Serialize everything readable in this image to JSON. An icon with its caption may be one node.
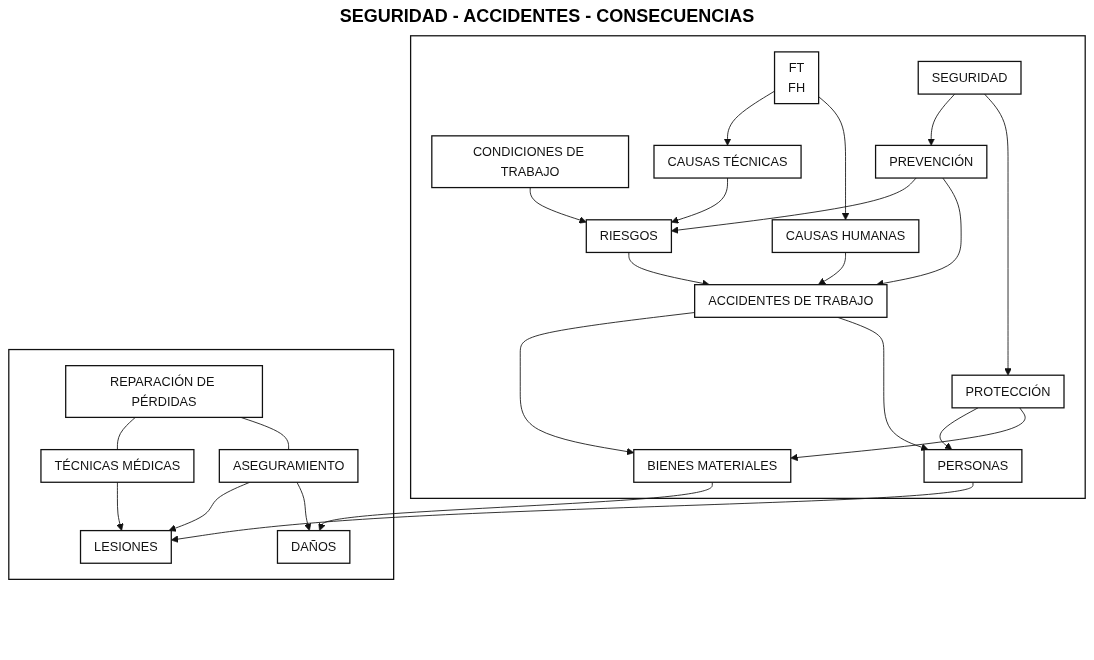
{
  "diagram": {
    "title": "SEGURIDAD - ACCIDENTES - CONSECUENCIAS",
    "nodes": [
      {
        "text": [],
        "shape": "box"
      },
      {
        "text": [
          "CONDICIONES DE TRABAJO"
        ],
        "in": 0
      },
      {
        "text": [
          "CAUSAS TÉCNICAS"
        ],
        "in": 0
      },
      {
        "text": [
          "RIESGOS"
        ],
        "in": 0
      },
      {
        "text": [
          "CAUSAS HUMANAS"
        ],
        "in": 0
      },
      {
        "text": [
          "FT",
          "FH"
        ],
        "in": 0
      },
      {
        "text": [
          "ACCIDENTES DE TRABAJO"
        ],
        "in": 0
      },
      {
        "text": [
          "BIENES MATERIALES"
        ],
        "in": 0
      },
      {
        "text": [
          "PERSONAS"
        ],
        "in": 0
      },
      {
        "text": [
          "PREVENCIÓN"
        ],
        "in": 0
      },
      {
        "text": [
          "PROTECCIÓN"
        ],
        "in": 0
      },
      {
        "text": [
          "SEGURIDAD"
        ],
        "in": 0
      },
      {
        "text": [],
        "shape": "box"
      },
      {
        "text": [
          "DAÑOS"
        ],
        "in": 12
      },
      {
        "text": [
          "LESIONES"
        ],
        "in": 12
      },
      {
        "text": [
          "TÉCNICAS MÉDICAS"
        ],
        "in": 12
      },
      {
        "text": [
          "ASEGURAMIENTO"
        ],
        "in": 12
      },
      {
        "text": [
          "REPARACIÓN DE PÉRDIDAS"
        ],
        "in": 12
      }
    ],
    "edges": [
      {
        "from": 1,
        "to": 3,
        "arrow": "to"
      },
      {
        "from": 2,
        "to": 3,
        "arrow": "to"
      },
      {
        "from": 9,
        "to": 3,
        "arrow": "to"
      },
      {
        "from": 5,
        "to": 2,
        "arrow": "to"
      },
      {
        "from": 3,
        "to": 6,
        "arrow": "to"
      },
      {
        "from": 4,
        "to": 6,
        "arrow": "to"
      },
      {
        "from": 9,
        "to": 6,
        "arrow": "to"
      },
      {
        "from": 5,
        "to": 4,
        "arrow": "to"
      },
      {
        "from": 6,
        "to": 7,
        "arrow": "to"
      },
      {
        "from": 6,
        "to": 8,
        "arrow": "to"
      },
      {
        "from": 7,
        "to": 13,
        "arrow": "to"
      },
      {
        "from": 8,
        "to": 14,
        "arrow": "to"
      },
      {
        "from": 10,
        "to": 8,
        "arrow": "to"
      },
      {
        "from": 10,
        "to": 7,
        "arrow": "to"
      },
      {
        "from": 11,
        "to": 9,
        "arrow": "to"
      },
      {
        "from": 11,
        "to": 10,
        "arrow": "to"
      },
      {
        "from": 15,
        "to": 14,
        "arrow": "to"
      },
      {
        "from": 16,
        "to": 14,
        "arrow": "to"
      },
      {
        "from": 16,
        "to": 13,
        "arrow": "to"
      },
      {
        "from": 17,
        "to": 15,
        "arrow": "none"
      },
      {
        "from": 17,
        "to": 16,
        "arrow": "none"
      }
    ]
  }
}
